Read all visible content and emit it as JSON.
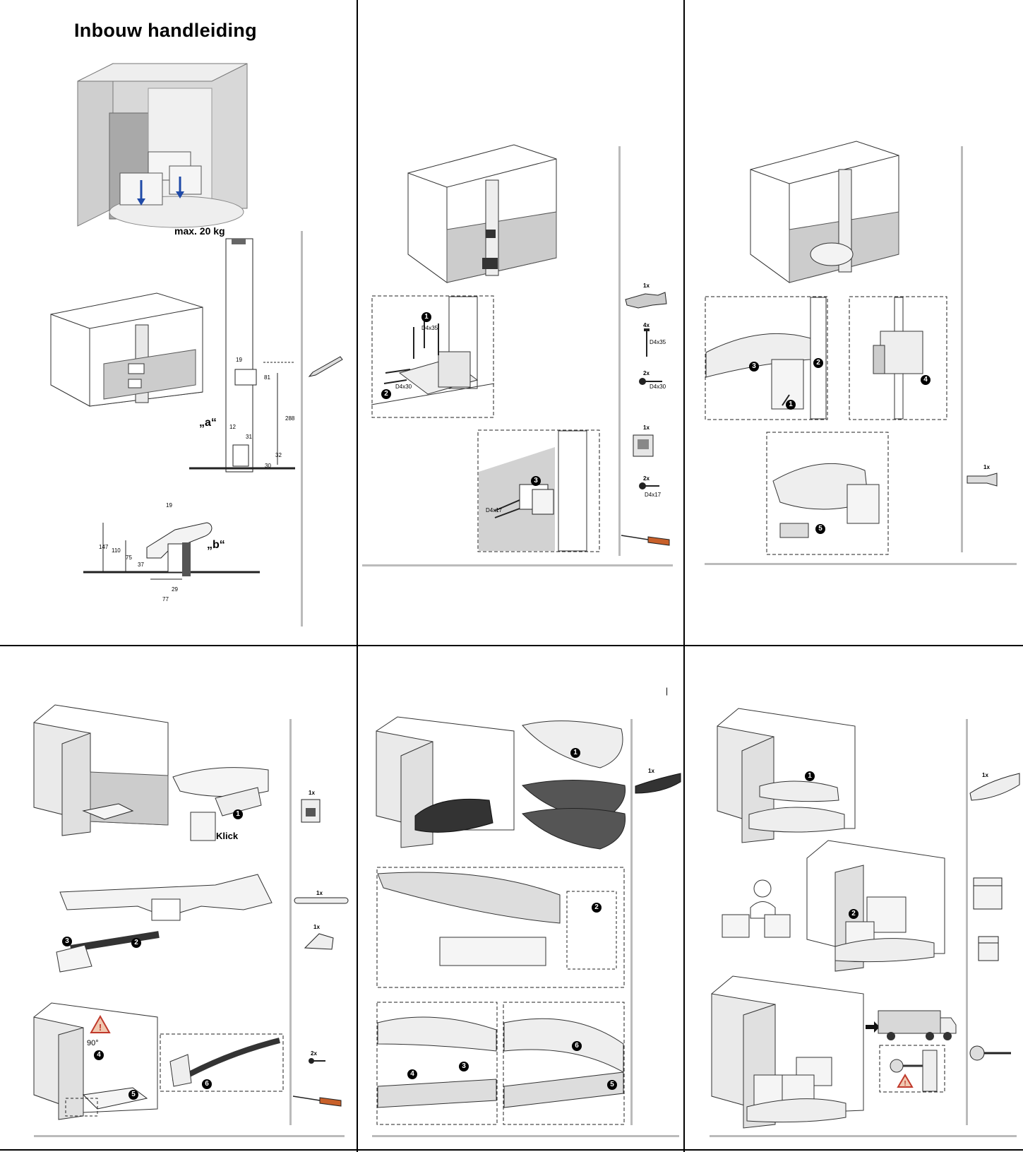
{
  "document": {
    "title": "Inbouw handleiding",
    "max_load": "max. 20 kg",
    "label_a": "„a“",
    "label_b": "„b“",
    "klick": "Klick",
    "angle": "90°",
    "page_mark": "|"
  },
  "dimensions": {
    "a": [
      "19",
      "12",
      "31",
      "288",
      "32",
      "30",
      "81"
    ],
    "b": [
      "19",
      "147",
      "110",
      "75",
      "37",
      "29",
      "77"
    ]
  },
  "parts": {
    "p2": [
      {
        "qty": "1x",
        "code": ""
      },
      {
        "qty": "4x",
        "code": "D4x35"
      },
      {
        "qty": "2x",
        "code": "D4x30"
      },
      {
        "qty": "1x",
        "code": ""
      },
      {
        "qty": "2x",
        "code": "D4x17"
      }
    ],
    "p3": [
      {
        "qty": "1x"
      }
    ],
    "p4": [
      {
        "qty": "1x"
      },
      {
        "qty": "1x"
      },
      {
        "qty": "1x"
      },
      {
        "qty": "2x"
      }
    ],
    "p5": [
      {
        "qty": "1x"
      }
    ],
    "p6": [
      {
        "qty": "1x"
      }
    ]
  },
  "screws": {
    "d4x35": "D4x35",
    "d4x30": "D4x30",
    "d4x17": "D4x17"
  },
  "steps": {
    "s1": "1",
    "s2": "2",
    "s3": "3",
    "s4": "4",
    "s5": "5",
    "s6": "6"
  }
}
